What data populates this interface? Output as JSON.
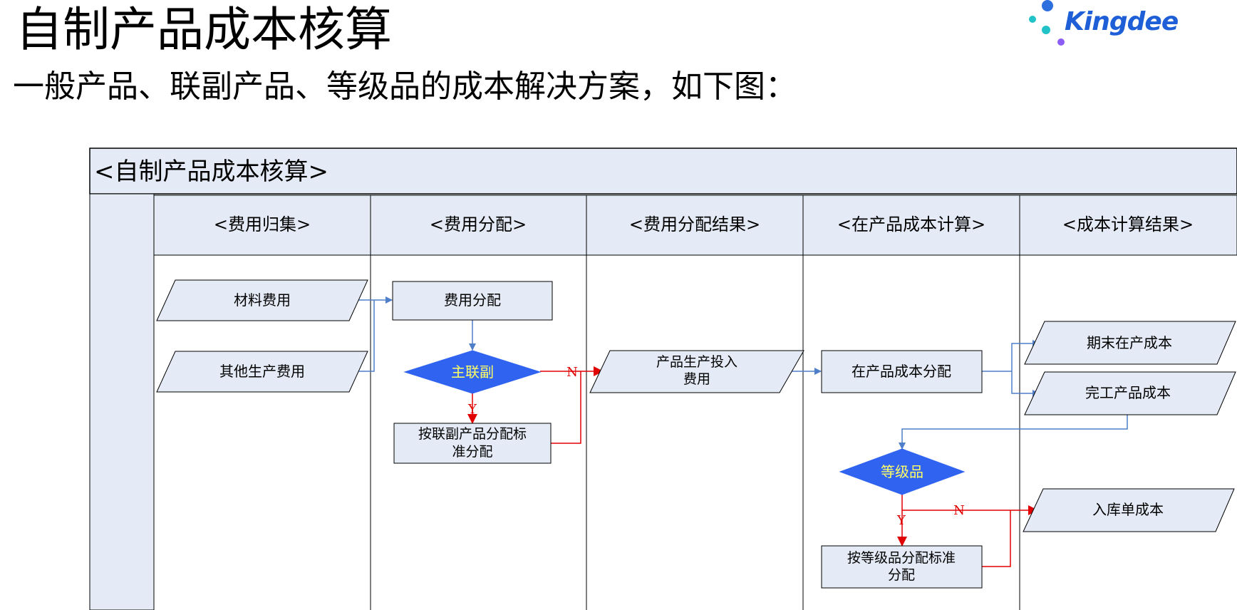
{
  "page": {
    "title": "自制产品成本核算",
    "subtitle": "一般产品、联副产品、等级品的成本解决方案，如下图："
  },
  "logo": {
    "text": "Kingdee",
    "colors": {
      "text": "#1E5FD8",
      "dot1": "#2E6FE0",
      "dot2": "#22C3C8",
      "dot3": "#8B5CF6"
    }
  },
  "diagram": {
    "header": "<自制产品成本核算>",
    "lanes": [
      "<费用归集>",
      "<费用分配>",
      "<费用分配结果>",
      "<在产品成本计算>",
      "<成本计算结果>"
    ],
    "nodes": {
      "material_cost": "材料费用",
      "other_cost": "其他生产费用",
      "cost_allocation": "费用分配",
      "main_joint_by": "主联副",
      "joint_alloc": [
        "按联副产品分配标",
        "准分配"
      ],
      "product_input": [
        "产品生产投入",
        "费用"
      ],
      "wip_allocation": "在产品成本分配",
      "period_end_wip": "期末在产成本",
      "finished_cost": "完工产品成本",
      "grade_product": "等级品",
      "grade_alloc": [
        "按等级品分配标准",
        "分配"
      ],
      "receipt_cost": "入库单成本"
    },
    "labels": {
      "yes": "Y",
      "no": "N"
    },
    "colors": {
      "lane_fill": "#E5EBF6",
      "node_fill": "#E5EBF6",
      "decision_fill": "#2F63F0",
      "decision_text": "#FFFF66",
      "blue_line": "#4F7FC8",
      "red_line": "#E00000",
      "border": "#000000"
    }
  }
}
